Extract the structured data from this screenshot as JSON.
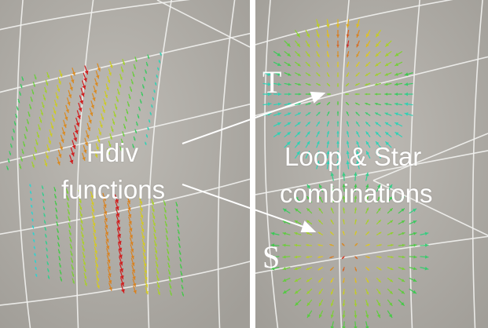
{
  "figure": {
    "left_caption_line1": "Hdiv",
    "left_caption_line2": "functions",
    "right_caption_line1": "Loop & Star",
    "right_caption_line2": "combinations",
    "label_t": "T",
    "label_s": "S"
  },
  "colors": {
    "background": "#b4b1ab",
    "grid": "#f2f2f0",
    "text": "#ffffff",
    "arrow_scale": [
      "#2ad4d0",
      "#3cc84a",
      "#9ad22a",
      "#e0c820",
      "#d02020"
    ]
  }
}
